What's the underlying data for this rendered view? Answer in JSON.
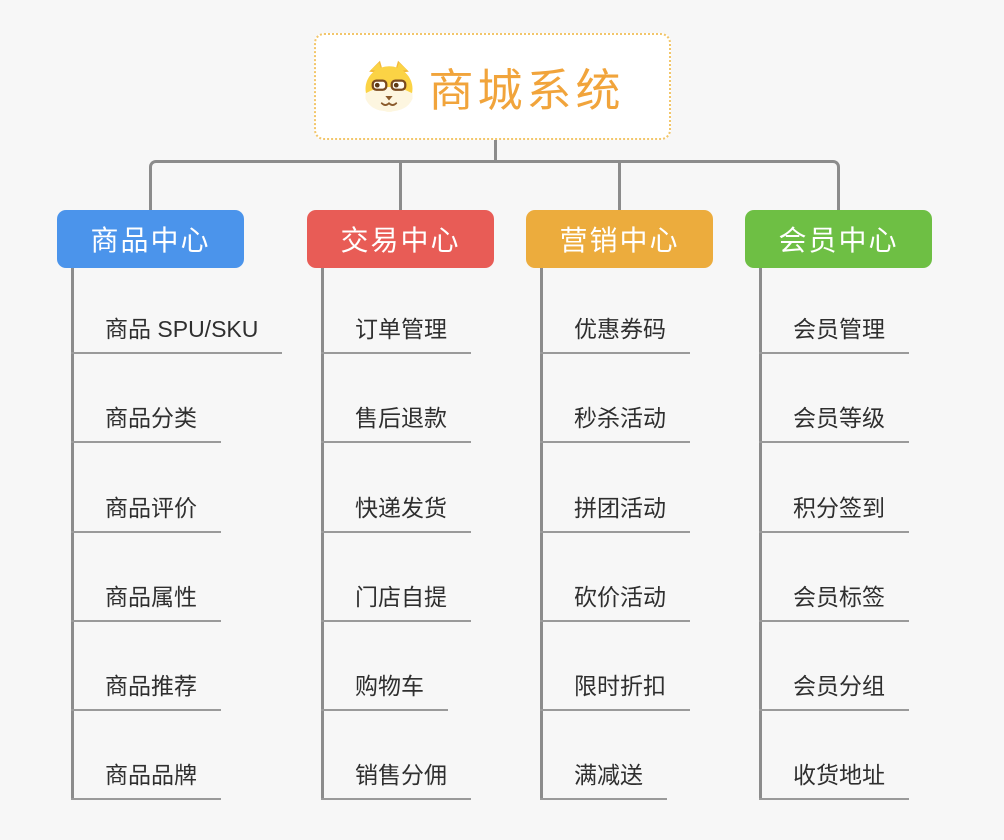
{
  "page": {
    "background": "#f7f7f7"
  },
  "root": {
    "title": "商城系统",
    "icon": "dog-face-icon",
    "text_color": "#f1a43b",
    "border_color": "#f2c66b"
  },
  "connectors": {
    "line_color": "#8c8c8c",
    "underline_color": "#9a9a9a"
  },
  "branches": [
    {
      "label": "商品中心",
      "color": "#4b94eb",
      "children": [
        "商品 SPU/SKU",
        "商品分类",
        "商品评价",
        "商品属性",
        "商品推荐",
        "商品品牌"
      ]
    },
    {
      "label": "交易中心",
      "color": "#e85c56",
      "children": [
        "订单管理",
        "售后退款",
        "快递发货",
        "门店自提",
        "购物车",
        "销售分佣"
      ]
    },
    {
      "label": "营销中心",
      "color": "#ecac3d",
      "children": [
        "优惠券码",
        "秒杀活动",
        "拼团活动",
        "砍价活动",
        "限时折扣",
        "满减送"
      ]
    },
    {
      "label": "会员中心",
      "color": "#6ebf44",
      "children": [
        "会员管理",
        "会员等级",
        "积分签到",
        "会员标签",
        "会员分组",
        "收货地址"
      ]
    }
  ]
}
